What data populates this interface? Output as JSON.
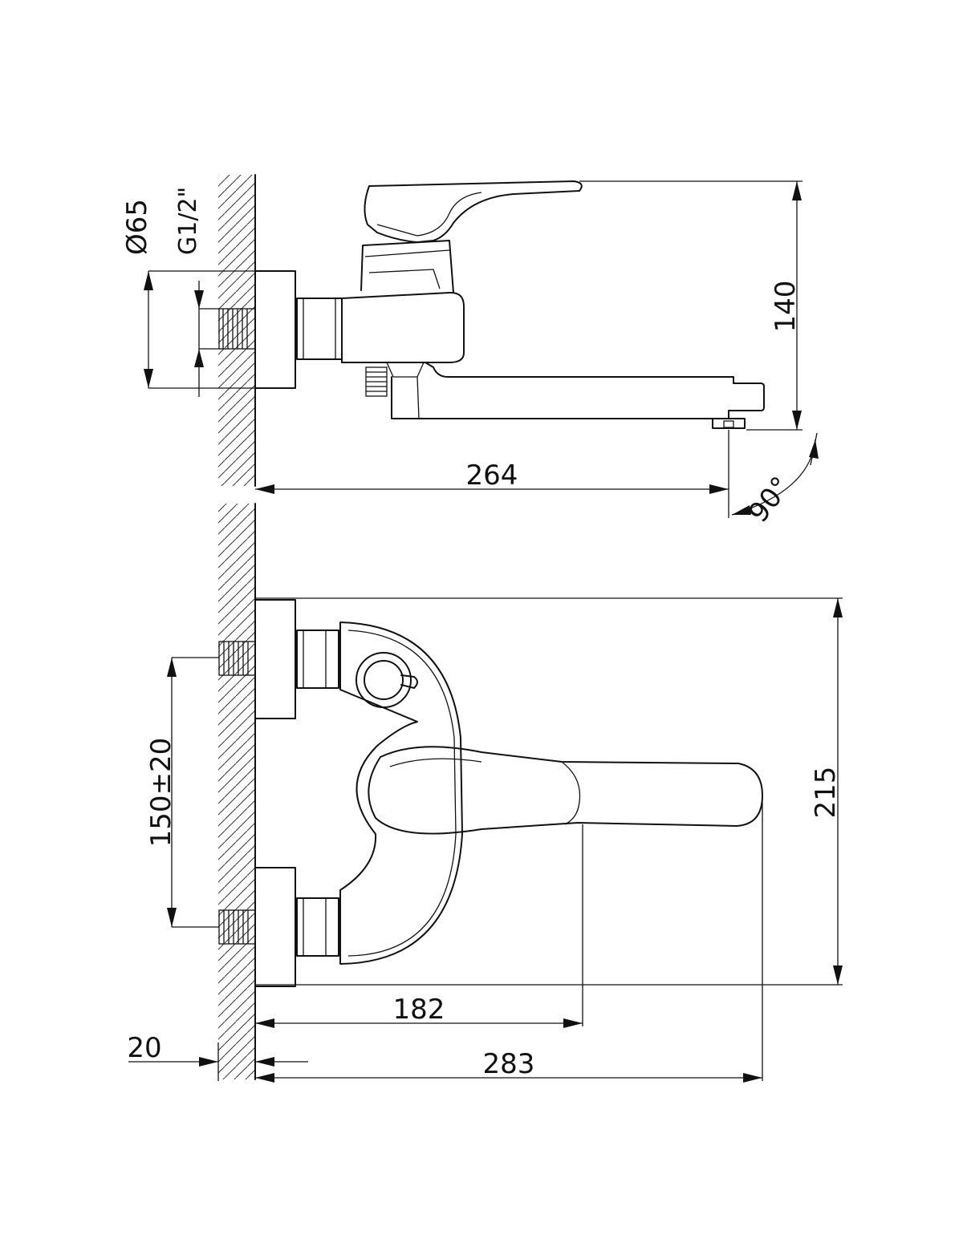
{
  "diagram": {
    "dimensions": {
      "flange_diameter": "Ø65",
      "thread": "G1/2\"",
      "height": "140",
      "reach": "264",
      "angle": "90°",
      "inlet_spacing": "150±20",
      "body_height": "215",
      "handle_reach": "182",
      "total_depth": "283",
      "wall_gap": "20"
    }
  }
}
